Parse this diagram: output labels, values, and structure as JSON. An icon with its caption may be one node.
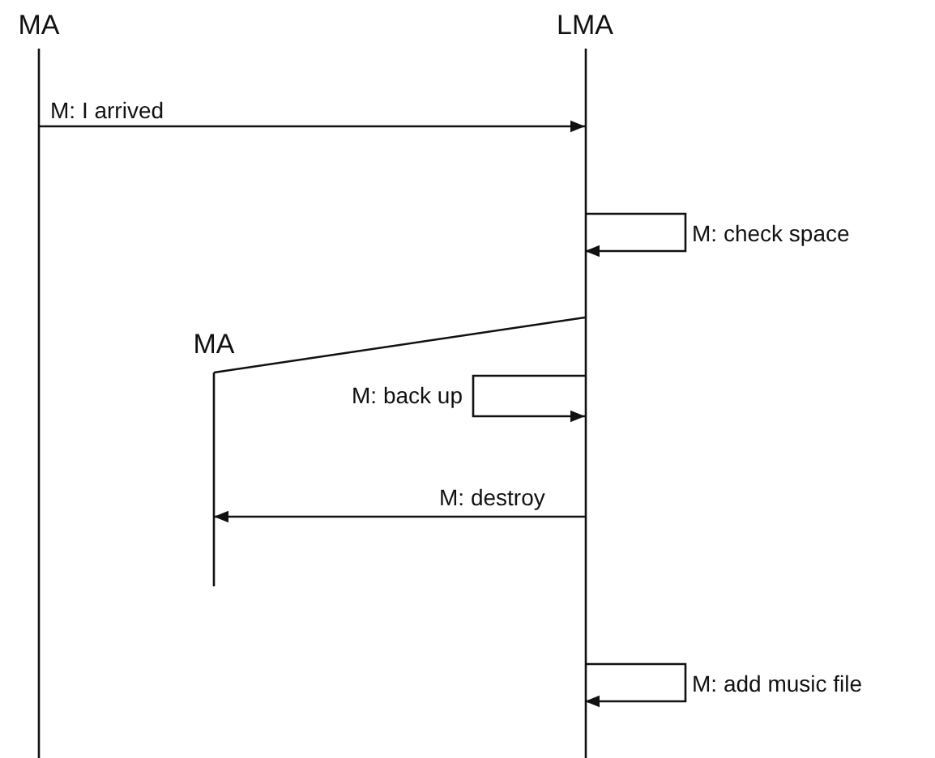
{
  "diagram": {
    "nodes": [
      {
        "text": [
          "MA"
        ]
      },
      {
        "text": [
          "LMA"
        ]
      },
      {
        "text": [
          "MA"
        ]
      }
    ],
    "edges": [
      {
        "from": 0,
        "to": 1,
        "arrow": "to",
        "label": "M: I arrived"
      },
      {
        "from": 1,
        "to": 1,
        "arrow": "to",
        "label": "M: check space"
      },
      {
        "from": 1,
        "to": 2,
        "arrow": "none"
      },
      {
        "from": 1,
        "to": 1,
        "arrow": "to",
        "label": "M: back up"
      },
      {
        "from": 1,
        "to": 2,
        "arrow": "to",
        "label": "M: destroy"
      },
      {
        "from": 1,
        "to": 1,
        "arrow": "to",
        "label": "M: add music file"
      }
    ]
  }
}
